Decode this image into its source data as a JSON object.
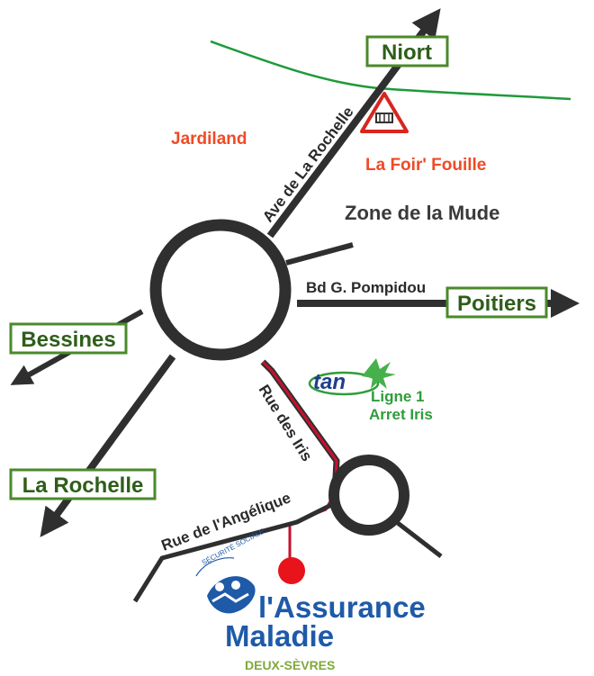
{
  "cities": {
    "niort": "Niort",
    "poitiers": "Poitiers",
    "bessines": "Bessines",
    "la_rochelle": "La Rochelle"
  },
  "roads": {
    "ave_la_rochelle": "Ave de La Rochelle",
    "bd_pompidou": "Bd G. Pompidou",
    "rue_iris": "Rue des Iris",
    "rue_angelique": "Rue de l'Angélique"
  },
  "places": {
    "jardiland": "Jardiland",
    "foir_fouille": "La Foir' Fouille",
    "zone_mude": "Zone de la Mude"
  },
  "transit": {
    "brand": "tan",
    "line": "Ligne 1",
    "stop": "Arret Iris"
  },
  "logo": {
    "small_text": "SÉCURITÉ SOCIALE",
    "line1": "l'Assurance",
    "line2": "Maladie",
    "region": "DEUX-SÈVRES"
  },
  "colors": {
    "road": "#2f2f2f",
    "route": "#c8102e",
    "railway": "#1e9a3a",
    "sign_border": "#4a8a2a",
    "poi_text": "#ef4a26",
    "logo_blue": "#1e5aa8",
    "destination": "#e8131b"
  },
  "icons": [
    "railway-crossing-warning-icon",
    "tan-leaf-icon",
    "assurance-maladie-logo-icon"
  ]
}
